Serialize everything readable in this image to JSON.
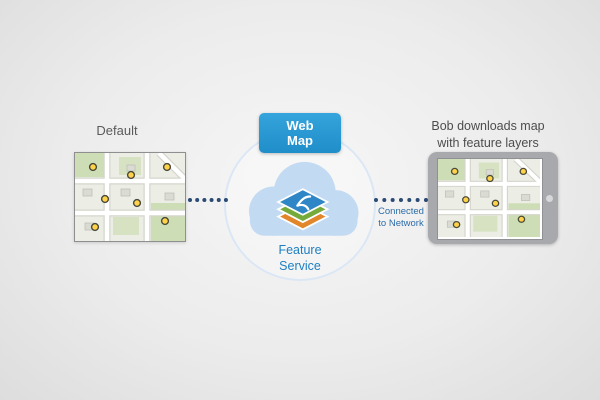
{
  "diagram": {
    "left_label": "Default",
    "web_map_label": "Web Map",
    "feature_service_label": "Feature\nService",
    "connection_label": "Connected\nto Network",
    "right_caption": "Bob downloads map\nwith feature layers"
  },
  "colors": {
    "badge_blue": "#2e9bd6",
    "cloud_fill": "#c3dbf2",
    "halo_stroke": "#dbe7f5",
    "feature_service_blue": "#1e7fc1",
    "connection_text_blue": "#2d6da8",
    "dotted_line_navy": "#2b4a74",
    "tablet_gray": "#a7a9ac",
    "marker_yellow": "#ffd24a",
    "layer_top_blue": "#2f86c7",
    "layer_mid_green": "#76ab3c",
    "layer_bottom_orange": "#e2862c"
  }
}
